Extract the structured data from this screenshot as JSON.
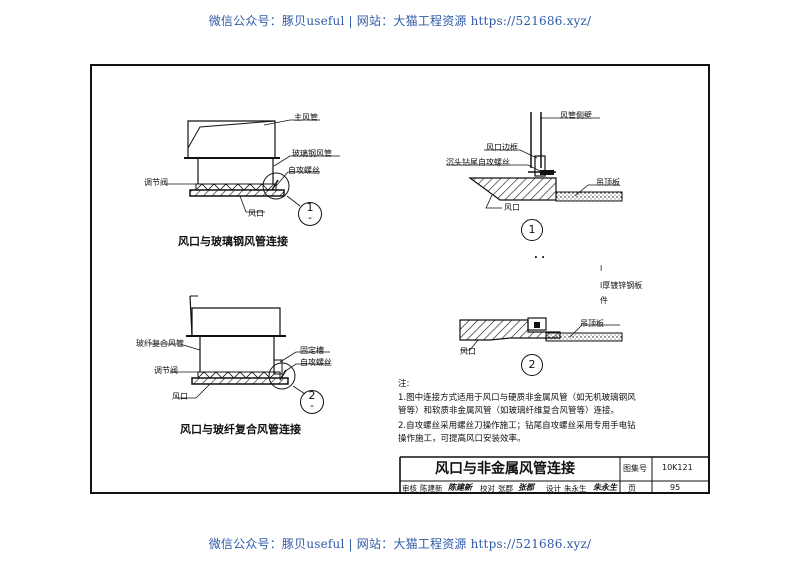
{
  "watermark": {
    "top": "微信公众号：豚贝useful  |  网站：大猫工程资源 https://521686.xyz/",
    "bottom": "微信公众号：豚贝useful  |  网站：大猫工程资源 https://521686.xyz/"
  },
  "fig1": {
    "labels": {
      "main_duct": "主风管",
      "frp_duct": "玻璃钢风管",
      "screw": "自攻螺丝",
      "damper": "调节阀",
      "outlet": "风口"
    },
    "caption": "风口与玻璃钢风管连接",
    "ref_num": "1",
    "ref_sub": "-"
  },
  "fig2": {
    "labels": {
      "composite_duct": "玻纤复合风管",
      "fix_slot": "固定槽",
      "screw": "自攻螺丝",
      "damper": "调节阀",
      "outlet": "风口"
    },
    "caption": "风口与玻纤复合风管连接",
    "ref_num": "2",
    "ref_sub": "-"
  },
  "detail1": {
    "labels": {
      "duct_wall": "风管侧壁",
      "border": "风口边框",
      "screw": "沉头钻尾自攻螺丝",
      "ceiling": "吊顶板",
      "outlet": "风口"
    },
    "num": "1"
  },
  "detail2": {
    "labels": {
      "l1": "l",
      "l2": "l厚镀锌钢板",
      "l3": "件",
      "ceiling": "吊顶板",
      "outlet": "风口"
    },
    "num": "2",
    "dots": ". ."
  },
  "notes": {
    "title": "注:",
    "items": [
      "1.图中连接方式适用于风口与硬质非金属风管（如无机玻璃钢风",
      "   管等）和软质非金属风管（如玻璃纤维复合风管等）连接。",
      "2.自攻螺丝采用螺丝刀操作施工；钻尾自攻螺丝采用专用手电钻",
      "   操作施工，可提高风口安装效率。"
    ]
  },
  "title_block": {
    "title": "风口与非金属风管连接",
    "atlas_label": "图集号",
    "atlas_no": "10K121",
    "page_label": "页",
    "page_no": "95",
    "review_label": "审核",
    "reviewer": "陈建新",
    "review_sign": "陈建新",
    "check_label": "校对",
    "checker": "张郡",
    "check_sign": "张郡",
    "design_label": "设计",
    "designer": "朱永生",
    "design_sign": "朱永生"
  }
}
